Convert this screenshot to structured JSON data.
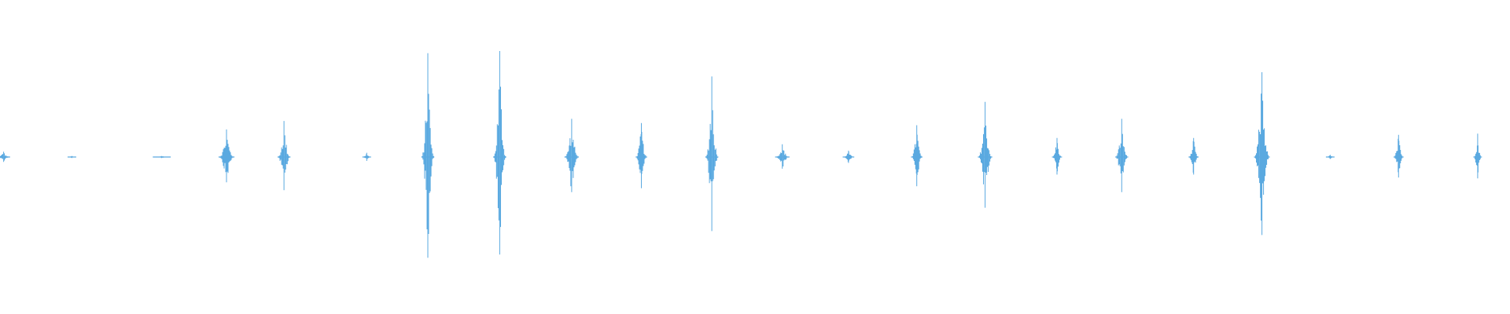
{
  "waveform": {
    "color": "#5aa9e0",
    "duration_seconds": 21,
    "bursts": [
      {
        "t": 0.05,
        "amp": 0.05,
        "width": 0.18
      },
      {
        "t": 1.0,
        "amp": 0.01,
        "width": 0.12
      },
      {
        "t": 2.25,
        "amp": 0.01,
        "width": 0.25
      },
      {
        "t": 3.15,
        "amp": 0.26,
        "width": 0.22
      },
      {
        "t": 3.95,
        "amp": 0.34,
        "width": 0.18
      },
      {
        "t": 5.1,
        "amp": 0.04,
        "width": 0.12
      },
      {
        "t": 5.95,
        "amp": 0.98,
        "width": 0.18
      },
      {
        "t": 6.95,
        "amp": 1.0,
        "width": 0.18
      },
      {
        "t": 7.95,
        "amp": 0.36,
        "width": 0.2
      },
      {
        "t": 8.92,
        "amp": 0.32,
        "width": 0.16
      },
      {
        "t": 9.9,
        "amp": 0.76,
        "width": 0.18
      },
      {
        "t": 10.88,
        "amp": 0.12,
        "width": 0.2
      },
      {
        "t": 11.8,
        "amp": 0.06,
        "width": 0.16
      },
      {
        "t": 12.75,
        "amp": 0.3,
        "width": 0.16
      },
      {
        "t": 13.7,
        "amp": 0.52,
        "width": 0.2
      },
      {
        "t": 14.7,
        "amp": 0.18,
        "width": 0.14
      },
      {
        "t": 15.6,
        "amp": 0.36,
        "width": 0.18
      },
      {
        "t": 16.6,
        "amp": 0.18,
        "width": 0.14
      },
      {
        "t": 17.55,
        "amp": 0.8,
        "width": 0.22
      },
      {
        "t": 18.5,
        "amp": 0.02,
        "width": 0.12
      },
      {
        "t": 19.45,
        "amp": 0.21,
        "width": 0.14
      },
      {
        "t": 20.55,
        "amp": 0.22,
        "width": 0.12
      }
    ]
  }
}
